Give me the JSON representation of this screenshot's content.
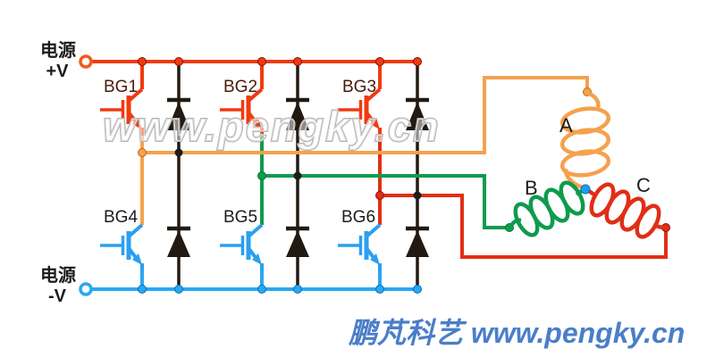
{
  "colors": {
    "bus_positive": "#f03a10",
    "bus_negative": "#2aa7f2",
    "phase_a": "#f5a14d",
    "phase_b": "#0f9b4d",
    "phase_c": "#e12e16",
    "diode": "#221910",
    "transistor_top": "#f03a10",
    "transistor_bottom": "#2aa0f0",
    "junction_black": "#1c1c1c",
    "label": "#1c1c1c",
    "transistor_label_top": "#4a1a0a",
    "watermark": "#b5b5b5",
    "brand": "#4a7ec9",
    "neutral": "#18a0f5",
    "terminal_plus": "#f4581c",
    "terminal_minus": "#29a7f3"
  },
  "power_plus": {
    "line1": "电源",
    "line2": "+V"
  },
  "power_minus": {
    "line1": "电源",
    "line2": "-V"
  },
  "transistors": [
    "BG1",
    "BG2",
    "BG3",
    "BG4",
    "BG5",
    "BG6"
  ],
  "coils": {
    "a": "A",
    "b": "B",
    "c": "C"
  },
  "watermark": "www.pengky.cn",
  "brand": "鹏芃科艺 www.pengky.cn"
}
